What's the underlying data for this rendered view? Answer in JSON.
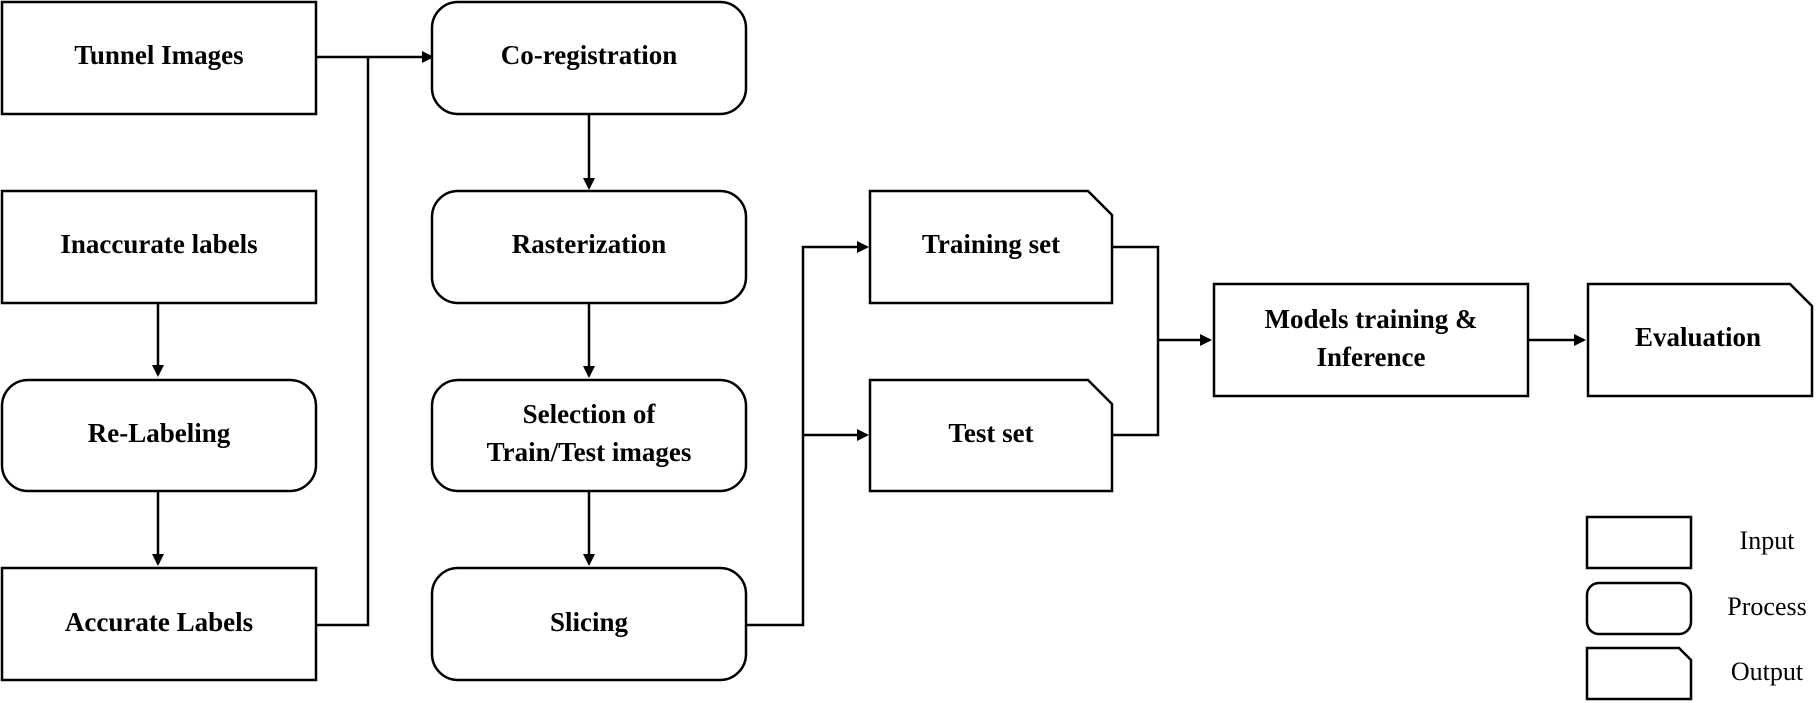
{
  "nodes": {
    "tunnel_images": "Tunnel Images",
    "inaccurate_labels": "Inaccurate labels",
    "relabeling": "Re-Labeling",
    "accurate_labels": "Accurate Labels",
    "coregistration": "Co-registration",
    "rasterization": "Rasterization",
    "selection_line1": "Selection of",
    "selection_line2": "Train/Test images",
    "slicing": "Slicing",
    "training_set": "Training set",
    "test_set": "Test set",
    "models_line1": "Models training &",
    "models_line2": "Inference",
    "evaluation": "Evaluation"
  },
  "legend": {
    "input": "Input",
    "process": "Process",
    "output": "Output"
  },
  "colors": {
    "stroke": "#000000",
    "fill": "#ffffff",
    "text": "#000000"
  }
}
